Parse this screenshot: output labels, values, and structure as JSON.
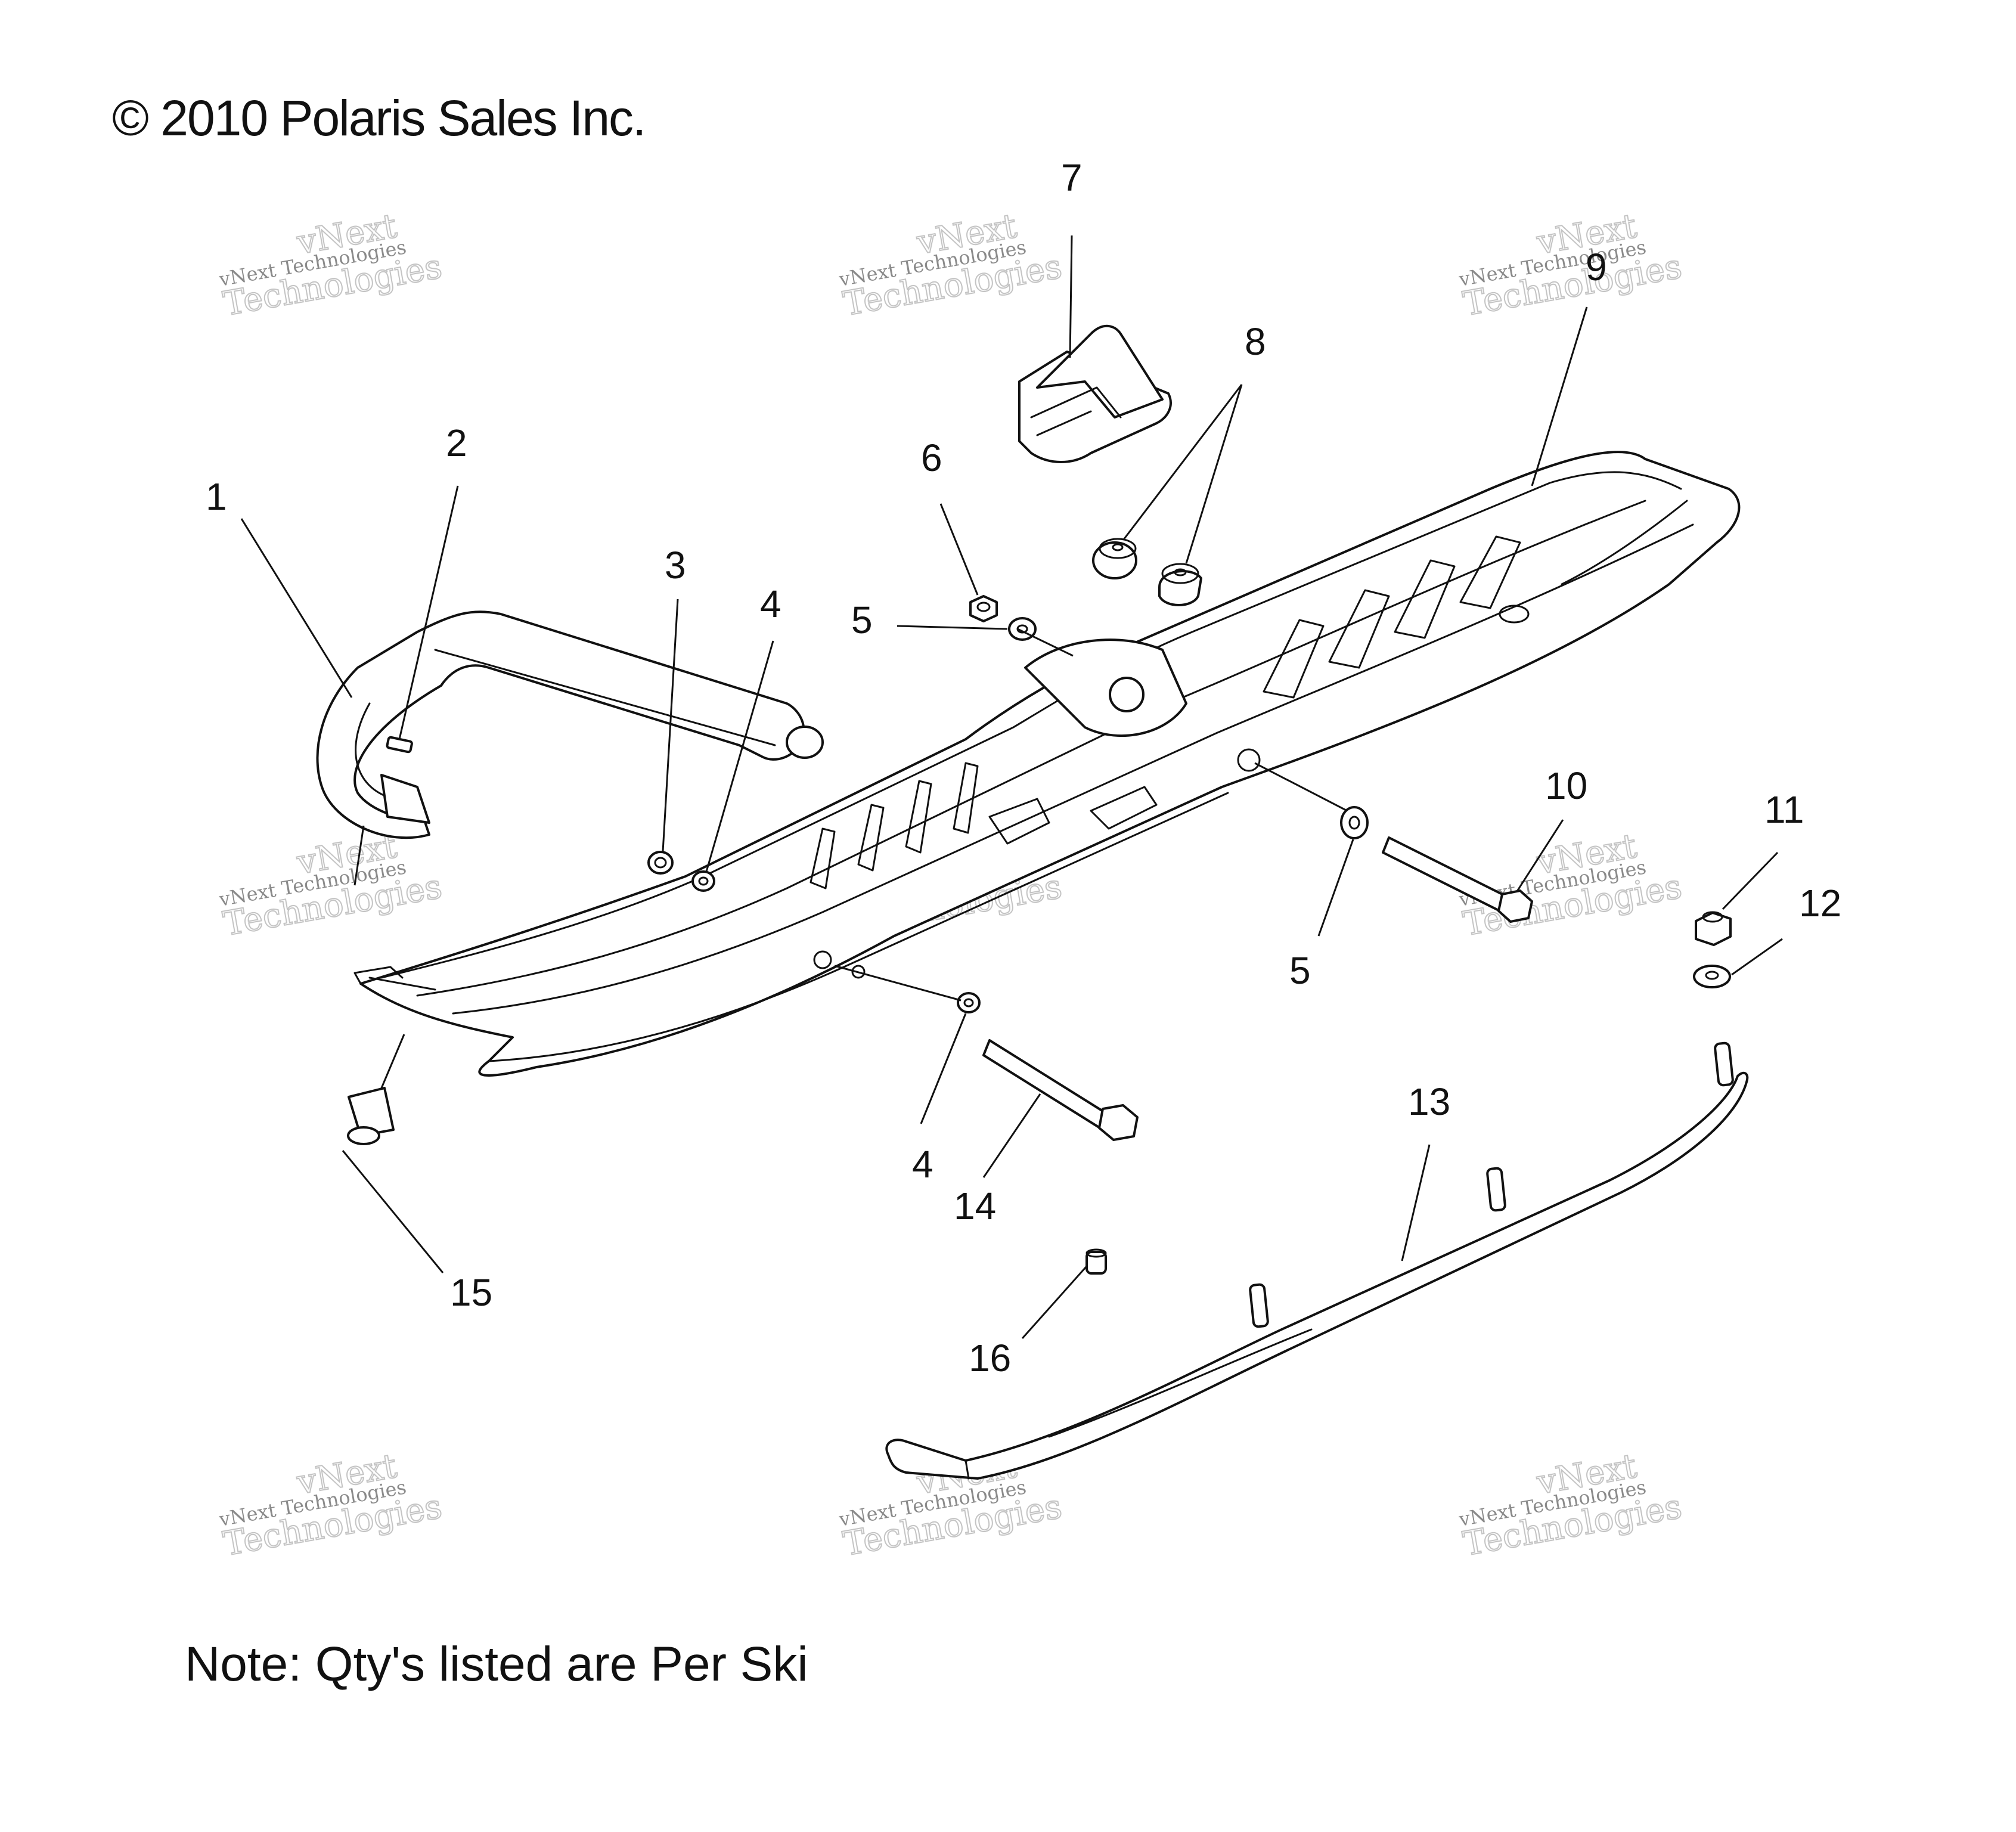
{
  "copyright": "© 2010 Polaris Sales Inc.",
  "note": "Note: Qty's listed are Per Ski",
  "watermark": {
    "line1": "vNext Technologies",
    "line2": "Technologies",
    "line0": "vNext"
  },
  "callouts": {
    "c1": "1",
    "c2": "2",
    "c3": "3",
    "c4a": "4",
    "c4b": "4",
    "c5a": "5",
    "c5b": "5",
    "c6": "6",
    "c7": "7",
    "c8": "8",
    "c9": "9",
    "c10": "10",
    "c11": "11",
    "c12": "12",
    "c13": "13",
    "c14": "14",
    "c15": "15",
    "c16": "16"
  },
  "colors": {
    "ink": "#111111",
    "watermark": "#8a8a8a",
    "background": "#ffffff"
  }
}
